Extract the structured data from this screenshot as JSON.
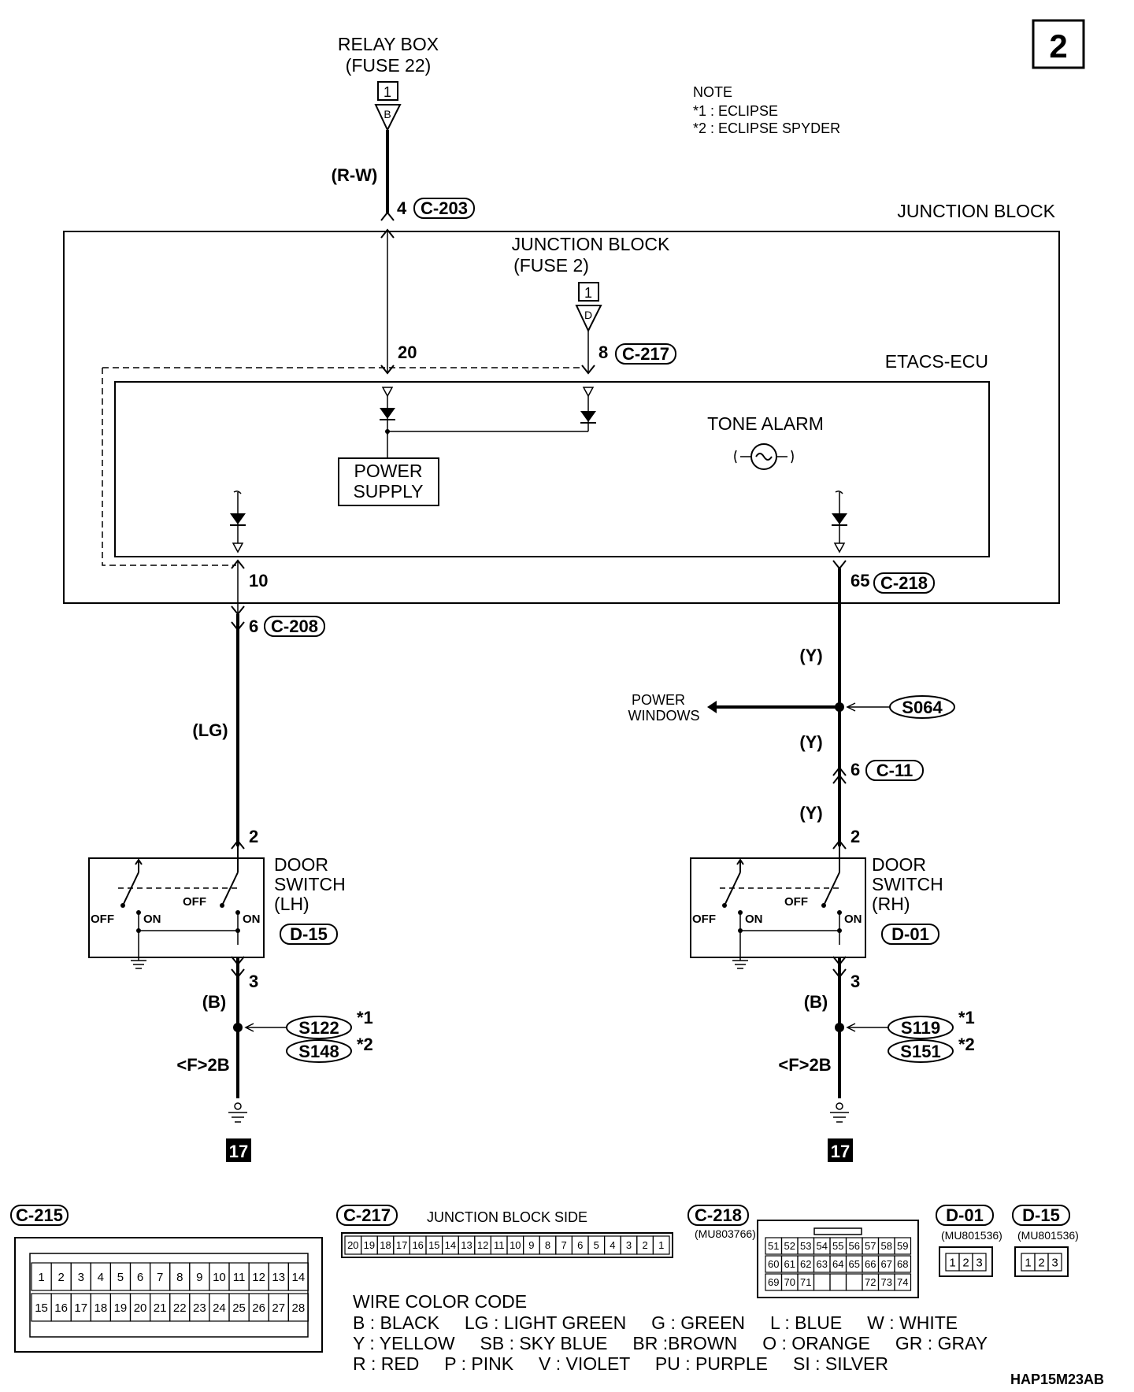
{
  "page_number": "2",
  "note": {
    "title": "NOTE",
    "n1": "*1 : ECLIPSE",
    "n2": "*2 : ECLIPSE SPYDER"
  },
  "relay_box": {
    "line1": "RELAY BOX",
    "line2": "(FUSE 22)",
    "box_no": "1",
    "tri": "B",
    "wire": "(R-W)",
    "pin": "4",
    "conn": "C-203"
  },
  "junction_block": {
    "title": "JUNCTION BLOCK",
    "inner_line1": "JUNCTION BLOCK",
    "inner_line2": "(FUSE 2)",
    "box_no": "1",
    "tri": "D",
    "pin20": "20",
    "pin8": "8",
    "conn217": "C-217"
  },
  "etacs": {
    "title": "ETACS-ECU",
    "power_supply_1": "POWER",
    "power_supply_2": "SUPPLY",
    "tone_alarm": "TONE ALARM"
  },
  "left_branch": {
    "pin10": "10",
    "pin6": "6",
    "conn208": "C-208",
    "wire_lg": "(LG)",
    "pin2": "2",
    "door_1": "DOOR",
    "door_2": "SWITCH",
    "door_3": "(LH)",
    "conn_d": "D-15",
    "off1": "OFF",
    "on1": "ON",
    "off2": "OFF",
    "on2": "ON",
    "pin3": "3",
    "wire_b": "(B)",
    "s1": "S122",
    "s2": "S148",
    "ast1": "*1",
    "ast2": "*2",
    "ground": "<F>2B",
    "page_ref": "17"
  },
  "right_branch": {
    "pin65": "65",
    "conn218": "C-218",
    "wire_y1": "(Y)",
    "power_windows_1": "POWER",
    "power_windows_2": "WINDOWS",
    "splice": "S064",
    "wire_y2": "(Y)",
    "pin6": "6",
    "conn11": "C-11",
    "wire_y3": "(Y)",
    "pin2": "2",
    "door_1": "DOOR",
    "door_2": "SWITCH",
    "door_3": "(RH)",
    "conn_d": "D-01",
    "off1": "OFF",
    "on1": "ON",
    "off2": "OFF",
    "on2": "ON",
    "pin3": "3",
    "wire_b": "(B)",
    "s1": "S119",
    "s2": "S151",
    "ast1": "*1",
    "ast2": "*2",
    "ground": "<F>2B",
    "page_ref": "17"
  },
  "connectors": {
    "c215": {
      "label": "C-215",
      "row1": [
        "1",
        "2",
        "3",
        "4",
        "5",
        "6",
        "7",
        "8",
        "9",
        "10",
        "11",
        "12",
        "13",
        "14"
      ],
      "row2": [
        "15",
        "16",
        "17",
        "18",
        "19",
        "20",
        "21",
        "22",
        "23",
        "24",
        "25",
        "26",
        "27",
        "28"
      ]
    },
    "c217": {
      "label": "C-217",
      "side": "JUNCTION BLOCK SIDE",
      "pins": [
        "20",
        "19",
        "18",
        "17",
        "16",
        "15",
        "14",
        "13",
        "12",
        "11",
        "10",
        "9",
        "8",
        "7",
        "6",
        "5",
        "4",
        "3",
        "2",
        "1"
      ]
    },
    "c218": {
      "label": "C-218",
      "part": "(MU803766)",
      "row1": [
        "51",
        "52",
        "53",
        "54",
        "55",
        "56",
        "57",
        "58",
        "59"
      ],
      "row2": [
        "60",
        "61",
        "62",
        "63",
        "64",
        "65",
        "66",
        "67",
        "68"
      ],
      "row3": [
        "69",
        "70",
        "71",
        "",
        "",
        "",
        "72",
        "73",
        "74"
      ]
    },
    "d01": {
      "label": "D-01",
      "part": "(MU801536)",
      "pins": [
        "1",
        "2",
        "3"
      ]
    },
    "d15": {
      "label": "D-15",
      "part": "(MU801536)",
      "pins": [
        "1",
        "2",
        "3"
      ]
    }
  },
  "wire_color_code": {
    "title": "WIRE COLOR CODE",
    "line1": "B : BLACK     LG : LIGHT GREEN     G : GREEN     L : BLUE     W : WHITE",
    "line2": "Y : YELLOW     SB : SKY BLUE     BR :BROWN     O : ORANGE     GR : GRAY",
    "line3": "R : RED     P : PINK     V : VIOLET     PU : PURPLE     SI : SILVER"
  },
  "figure_code": "HAP15M23AB"
}
